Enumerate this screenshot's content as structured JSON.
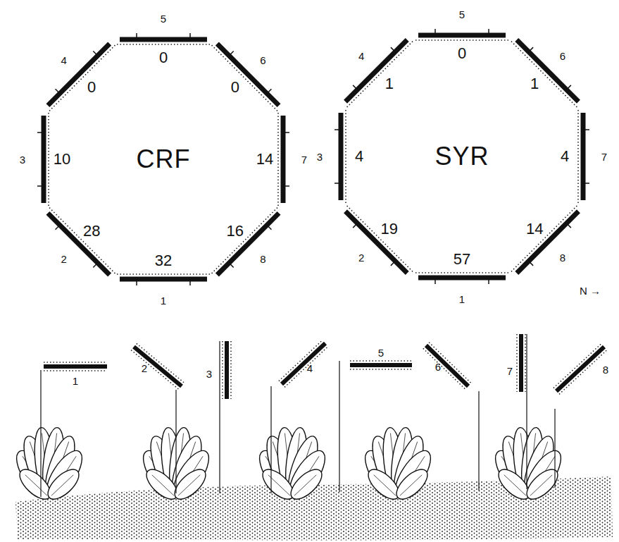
{
  "diagram": {
    "nodes": [
      {
        "text": [
          "CRF"
        ]
      },
      {
        "text": [
          "SYR"
        ]
      }
    ],
    "labels": [
      "5",
      "4",
      "6",
      "3",
      "7",
      "2",
      "8",
      "1",
      "0",
      "0",
      "0",
      "10",
      "14",
      "28",
      "16",
      "32",
      "5",
      "4",
      "6",
      "3",
      "7",
      "2",
      "8",
      "1",
      "0",
      "1",
      "1",
      "4",
      "4",
      "19",
      "14",
      "57",
      "N →",
      "1",
      "2",
      "3",
      "4",
      "5",
      "6",
      "7",
      "8"
    ]
  }
}
